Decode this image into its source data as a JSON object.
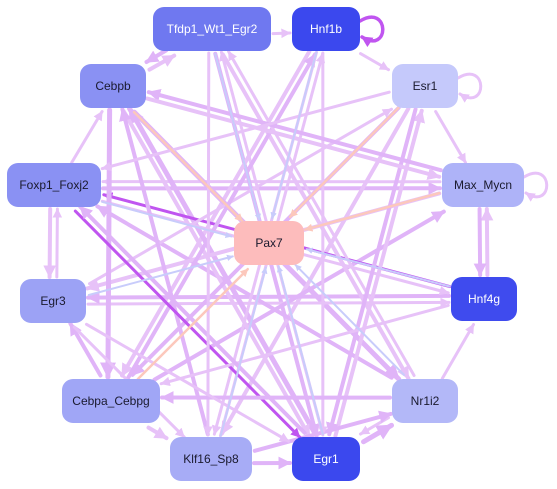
{
  "network": {
    "nodes": [
      {
        "id": "Tfdp1_Wt1_Egr2",
        "label": "Tfdp1_Wt1_Egr2",
        "fill": "#6f78f0",
        "text": "#ffffff"
      },
      {
        "id": "Hnf1b",
        "label": "Hnf1b",
        "fill": "#3b48ee",
        "text": "#ffffff"
      },
      {
        "id": "Cebpb",
        "label": "Cebpb",
        "fill": "#8a91f3",
        "text": "#1a1a2e"
      },
      {
        "id": "Esr1",
        "label": "Esr1",
        "fill": "#c5c9fb",
        "text": "#1a1a2e"
      },
      {
        "id": "Foxp1_Foxj2",
        "label": "Foxp1_Foxj2",
        "fill": "#8a91f3",
        "text": "#1a1a2e"
      },
      {
        "id": "Max_Mycn",
        "label": "Max_Mycn",
        "fill": "#aeb3f8",
        "text": "#1a1a2e"
      },
      {
        "id": "Pax7",
        "label": "Pax7",
        "fill": "#fdbcbc",
        "text": "#1a1a2e"
      },
      {
        "id": "Egr3",
        "label": "Egr3",
        "fill": "#9ca2f5",
        "text": "#1a1a2e"
      },
      {
        "id": "Hnf4g",
        "label": "Hnf4g",
        "fill": "#3f4bee",
        "text": "#ffffff"
      },
      {
        "id": "Cebpa_Cebpg",
        "label": "Cebpa_Cebpg",
        "fill": "#a0a6f6",
        "text": "#1a1a2e"
      },
      {
        "id": "Nr1i2",
        "label": "Nr1i2",
        "fill": "#b3b8f8",
        "text": "#1a1a2e"
      },
      {
        "id": "Klf16_Sp8",
        "label": "Klf16_Sp8",
        "fill": "#a7acf6",
        "text": "#1a1a2e"
      },
      {
        "id": "Egr1",
        "label": "Egr1",
        "fill": "#3b48ee",
        "text": "#ffffff"
      }
    ],
    "edges": [
      {
        "from": "Hnf1b",
        "to": "Hnf1b",
        "color": "#c055f0",
        "weight": 3.5
      },
      {
        "from": "Esr1",
        "to": "Esr1",
        "color": "#e7c2f8",
        "weight": 3
      },
      {
        "from": "Max_Mycn",
        "to": "Max_Mycn",
        "color": "#e7c2f8",
        "weight": 3
      },
      {
        "from": "Tfdp1_Wt1_Egr2",
        "to": "Hnf1b",
        "color": "#e7c2f8",
        "weight": 3
      },
      {
        "from": "Foxp1_Foxj2",
        "to": "Max_Mycn",
        "color": "#e0b4f8",
        "weight": 4
      },
      {
        "from": "Max_Mycn",
        "to": "Foxp1_Foxj2",
        "color": "#e7c2f8",
        "weight": 3
      },
      {
        "from": "Tfdp1_Wt1_Egr2",
        "to": "Egr1",
        "color": "#e0b4f8",
        "weight": 4
      },
      {
        "from": "Hnf1b",
        "to": "Cebpa_Cebpg",
        "color": "#e7c2f8",
        "weight": 4
      },
      {
        "from": "Cebpb",
        "to": "Nr1i2",
        "color": "#e0b4f8",
        "weight": 5
      },
      {
        "from": "Esr1",
        "to": "Klf16_Sp8",
        "color": "#e7c2f8",
        "weight": 4
      },
      {
        "from": "Egr3",
        "to": "Hnf4g",
        "color": "#e7c2f8",
        "weight": 3
      },
      {
        "from": "Hnf4g",
        "to": "Egr3",
        "color": "#e0b4f8",
        "weight": 4
      },
      {
        "from": "Cebpa_Cebpg",
        "to": "Max_Mycn",
        "color": "#e0b4f8",
        "weight": 4
      },
      {
        "from": "Nr1i2",
        "to": "Foxp1_Foxj2",
        "color": "#e0b4f8",
        "weight": 4
      },
      {
        "from": "Klf16_Sp8",
        "to": "Hnf1b",
        "color": "#e7c2f8",
        "weight": 3
      },
      {
        "from": "Egr1",
        "to": "Cebpb",
        "color": "#e0b4f8",
        "weight": 5
      },
      {
        "from": "Egr1",
        "to": "Tfdp1_Wt1_Egr2",
        "color": "#e7c2f8",
        "weight": 3
      },
      {
        "from": "Cebpb",
        "to": "Egr1",
        "color": "#e7c2f8",
        "weight": 4
      },
      {
        "from": "Hnf4g",
        "to": "Foxp1_Foxj2",
        "color": "#c055f0",
        "weight": 3
      },
      {
        "from": "Tfdp1_Wt1_Egr2",
        "to": "Nr1i2",
        "color": "#e7c2f8",
        "weight": 4
      },
      {
        "from": "Esr1",
        "to": "Cebpa_Cebpg",
        "color": "#e0b4f8",
        "weight": 4
      },
      {
        "from": "Max_Mycn",
        "to": "Egr3",
        "color": "#e7c2f8",
        "weight": 4
      },
      {
        "from": "Foxp1_Foxj2",
        "to": "Hnf4g",
        "color": "#e7c2f8",
        "weight": 3
      },
      {
        "from": "Egr3",
        "to": "Esr1",
        "color": "#e7c2f8",
        "weight": 3
      },
      {
        "from": "Cebpa_Cebpg",
        "to": "Hnf1b",
        "color": "#e0b4f8",
        "weight": 4
      },
      {
        "from": "Nr1i2",
        "to": "Tfdp1_Wt1_Egr2",
        "color": "#e7c2f8",
        "weight": 3
      },
      {
        "from": "Klf16_Sp8",
        "to": "Cebpb",
        "color": "#e0b4f8",
        "weight": 4
      },
      {
        "from": "Egr1",
        "to": "Esr1",
        "color": "#e7c2f8",
        "weight": 4
      },
      {
        "from": "Hnf1b",
        "to": "Klf16_Sp8",
        "color": "#e7c2f8",
        "weight": 3
      },
      {
        "from": "Cebpb",
        "to": "Cebpa_Cebpg",
        "color": "#e0b4f8",
        "weight": 5
      },
      {
        "from": "Foxp1_Foxj2",
        "to": "Egr3",
        "color": "#e7c2f8",
        "weight": 4
      },
      {
        "from": "Egr3",
        "to": "Foxp1_Foxj2",
        "color": "#e7c2f8",
        "weight": 3
      },
      {
        "from": "Cebpa_Cebpg",
        "to": "Egr3",
        "color": "#e0b4f8",
        "weight": 4
      },
      {
        "from": "Cebpa_Cebpg",
        "to": "Klf16_Sp8",
        "color": "#e7c2f8",
        "weight": 4
      },
      {
        "from": "Klf16_Sp8",
        "to": "Egr1",
        "color": "#e0b4f8",
        "weight": 4
      },
      {
        "from": "Egr1",
        "to": "Nr1i2",
        "color": "#e0b4f8",
        "weight": 5
      },
      {
        "from": "Nr1i2",
        "to": "Hnf4g",
        "color": "#e7c2f8",
        "weight": 3
      },
      {
        "from": "Hnf4g",
        "to": "Max_Mycn",
        "color": "#e7c2f8",
        "weight": 4
      },
      {
        "from": "Max_Mycn",
        "to": "Hnf4g",
        "color": "#e0b4f8",
        "weight": 4
      },
      {
        "from": "Esr1",
        "to": "Max_Mycn",
        "color": "#e7c2f8",
        "weight": 3
      },
      {
        "from": "Cebpb",
        "to": "Tfdp1_Wt1_Egr2",
        "color": "#e7c2f8",
        "weight": 4
      },
      {
        "from": "Tfdp1_Wt1_Egr2",
        "to": "Cebpb",
        "color": "#e0b4f8",
        "weight": 4
      },
      {
        "from": "Foxp1_Foxj2",
        "to": "Cebpb",
        "color": "#e7c2f8",
        "weight": 3
      },
      {
        "from": "Nr1i2",
        "to": "Egr1",
        "color": "#e7c2f8",
        "weight": 3
      },
      {
        "from": "Klf16_Sp8",
        "to": "Nr1i2",
        "color": "#e0b4f8",
        "weight": 4
      },
      {
        "from": "Hnf1b",
        "to": "Egr1",
        "color": "#e7c2f8",
        "weight": 3
      },
      {
        "from": "Esr1",
        "to": "Egr1",
        "color": "#e0b4f8",
        "weight": 4
      },
      {
        "from": "Egr3",
        "to": "Klf16_Sp8",
        "color": "#e7c2f8",
        "weight": 3
      },
      {
        "from": "Foxp1_Foxj2",
        "to": "Egr1",
        "color": "#c055f0",
        "weight": 3
      },
      {
        "from": "Max_Mycn",
        "to": "Cebpb",
        "color": "#e0b4f8",
        "weight": 4
      },
      {
        "from": "Hnf4g",
        "to": "Cebpa_Cebpg",
        "color": "#e7c2f8",
        "weight": 3
      },
      {
        "from": "Egr1",
        "to": "Foxp1_Foxj2",
        "color": "#e0b4f8",
        "weight": 4
      },
      {
        "from": "Tfdp1_Wt1_Egr2",
        "to": "Klf16_Sp8",
        "color": "#e7c2f8",
        "weight": 3
      },
      {
        "from": "Cebpb",
        "to": "Max_Mycn",
        "color": "#e7c2f8",
        "weight": 4
      },
      {
        "from": "Esr1",
        "to": "Foxp1_Foxj2",
        "color": "#e7c2f8",
        "weight": 3
      },
      {
        "from": "Nr1i2",
        "to": "Cebpa_Cebpg",
        "color": "#e0b4f8",
        "weight": 4
      },
      {
        "from": "Egr3",
        "to": "Egr1",
        "color": "#e7c2f8",
        "weight": 3
      },
      {
        "from": "Hnf1b",
        "to": "Esr1",
        "color": "#e7c2f8",
        "weight": 3
      },
      {
        "from": "Hnf1b",
        "to": "Pax7",
        "color": "#c8ccfb",
        "weight": 2
      },
      {
        "from": "Tfdp1_Wt1_Egr2",
        "to": "Pax7",
        "color": "#c8ccfb",
        "weight": 2
      },
      {
        "from": "Cebpb",
        "to": "Pax7",
        "color": "#fcc8bc",
        "weight": 2.5
      },
      {
        "from": "Esr1",
        "to": "Pax7",
        "color": "#fcc8bc",
        "weight": 2.5
      },
      {
        "from": "Foxp1_Foxj2",
        "to": "Pax7",
        "color": "#c8ccfb",
        "weight": 2
      },
      {
        "from": "Max_Mycn",
        "to": "Pax7",
        "color": "#fcc8bc",
        "weight": 2.5
      },
      {
        "from": "Egr3",
        "to": "Pax7",
        "color": "#c8ccfb",
        "weight": 2
      },
      {
        "from": "Hnf4g",
        "to": "Pax7",
        "color": "#c8ccfb",
        "weight": 2
      },
      {
        "from": "Cebpa_Cebpg",
        "to": "Pax7",
        "color": "#fcc8bc",
        "weight": 2.5
      },
      {
        "from": "Nr1i2",
        "to": "Pax7",
        "color": "#c8ccfb",
        "weight": 2
      },
      {
        "from": "Klf16_Sp8",
        "to": "Pax7",
        "color": "#c8ccfb",
        "weight": 2
      },
      {
        "from": "Egr1",
        "to": "Pax7",
        "color": "#c8ccfb",
        "weight": 2
      }
    ]
  }
}
